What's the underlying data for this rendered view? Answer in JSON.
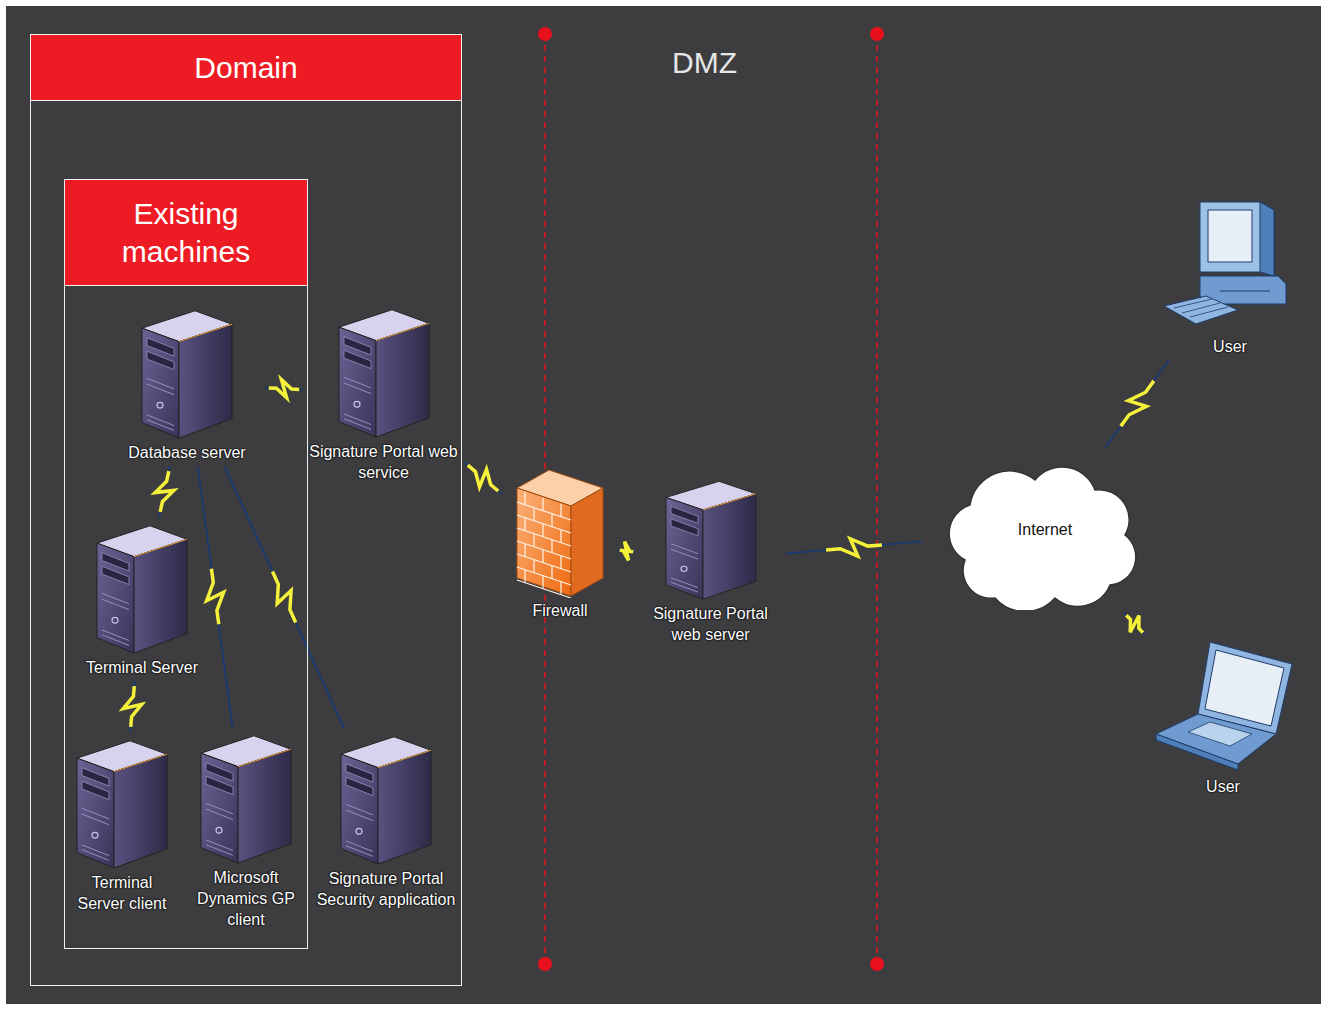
{
  "diagram": {
    "nodes": [
      {
        "text": [
          "Domain"
        ]
      },
      {
        "text": [
          "Existing machines"
        ],
        "in": 0
      },
      {
        "text": [
          "Database server"
        ],
        "in": 1
      },
      {
        "text": [
          "Signature Portal web service"
        ],
        "in": 0
      },
      {
        "text": [
          "Terminal Server"
        ],
        "in": 1
      },
      {
        "text": [
          "Terminal Server client"
        ],
        "in": 1
      },
      {
        "text": [
          "Microsoft Dynamics GP client"
        ],
        "in": 1
      },
      {
        "text": [
          "Signature Portal Security application"
        ],
        "in": 0
      },
      {
        "text": [
          "Firewall"
        ]
      },
      {
        "text": [
          "Signature Portal web server"
        ]
      },
      {
        "text": [
          "Internet"
        ]
      },
      {
        "text": [
          "User"
        ]
      },
      {
        "text": [
          "User"
        ]
      }
    ],
    "edges": [
      {
        "from": 2,
        "to": 3,
        "arrow": "none"
      },
      {
        "from": 2,
        "to": 4,
        "arrow": "none"
      },
      {
        "from": 4,
        "to": 5,
        "arrow": "none"
      },
      {
        "from": 2,
        "to": 6,
        "arrow": "none"
      },
      {
        "from": 2,
        "to": 7,
        "arrow": "none"
      },
      {
        "from": 3,
        "to": 8,
        "arrow": "none"
      },
      {
        "from": 8,
        "to": 9,
        "arrow": "none"
      },
      {
        "from": 9,
        "to": 10,
        "arrow": "none"
      },
      {
        "from": 10,
        "to": 11,
        "arrow": "none"
      },
      {
        "from": 10,
        "to": 12,
        "arrow": "none"
      }
    ],
    "labels": [
      "DMZ"
    ]
  }
}
